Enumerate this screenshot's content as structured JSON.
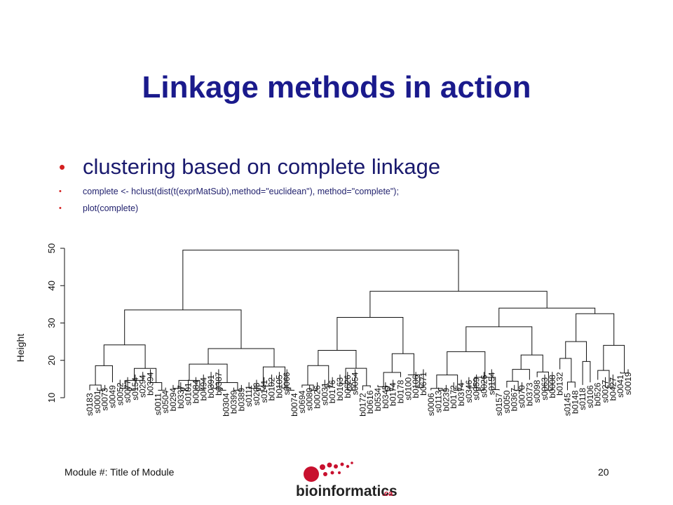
{
  "slide": {
    "title": "Linkage methods in action",
    "bullets": [
      "clustering based on complete linkage",
      "complete <- hclust(dist(t(exprMatSub),method=\"euclidean\"), method=\"complete\");",
      "plot(complete)"
    ]
  },
  "dendrogram": {
    "ylabel": "Height",
    "y_ticks": [
      "10",
      "20",
      "30",
      "40",
      "50"
    ],
    "leaf_labels": [
      "s0183",
      "s0001",
      "s0073",
      "s0049",
      "s0052",
      "s0077",
      "s0154",
      "s0294",
      "b0394",
      "s0011",
      "s0504",
      "b0294",
      "b0337",
      "s0101",
      "b0084",
      "b0494",
      "b0391",
      "b0387",
      "b0304",
      "b0399",
      "b0389",
      "s0111",
      "s0203",
      "s0141",
      "b0102",
      "b0105",
      "s0066",
      "b0074",
      "s0694",
      "s0080",
      "b0026",
      "s0031",
      "b0176",
      "b0163",
      "b0626",
      "s0054",
      "b0172",
      "b0616",
      "b0534",
      "b0345",
      "b0174",
      "b0178",
      "s0100",
      "b0106",
      "b0671",
      "s0006",
      "s0113",
      "b0239",
      "b0172",
      "b0374",
      "s0346",
      "s0059",
      "s0026",
      "s0154",
      "s0157",
      "s0050",
      "b0367",
      "s0070",
      "b0373",
      "s0098",
      "s0063",
      "b0008",
      "b0132",
      "s0145",
      "b0148",
      "s0118",
      "s0106",
      "b0526",
      "s0027",
      "b0427",
      "s0041",
      "s0019"
    ]
  },
  "footer": {
    "module": "Module #: Title of Module",
    "page": "20",
    "logo_text": "bioinformatics",
    "logo_suffix": ".ca"
  },
  "colors": {
    "title": "#1a1a8c",
    "bullet_dot": "#d42020",
    "logo_red": "#c8102e"
  }
}
